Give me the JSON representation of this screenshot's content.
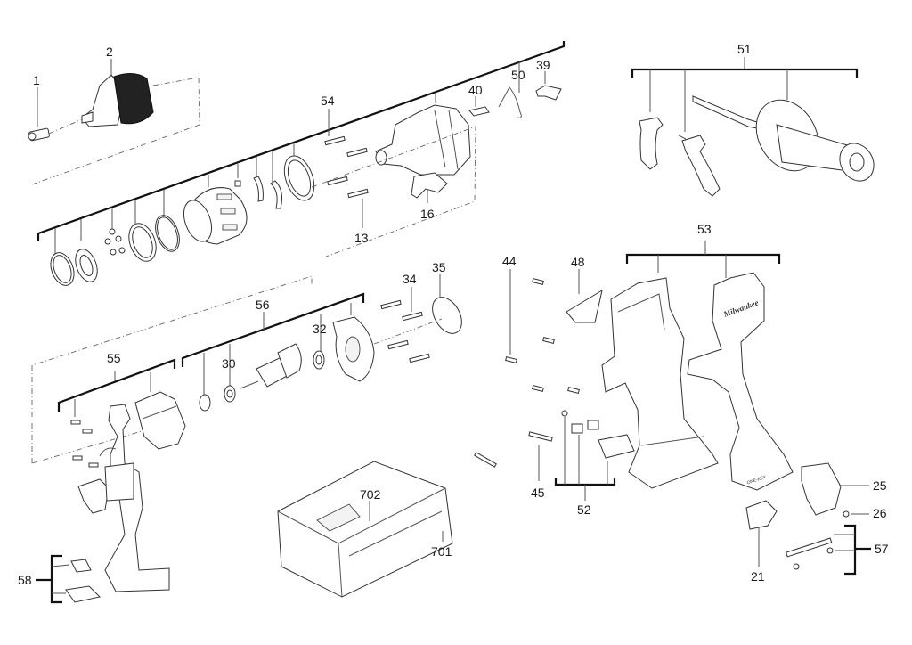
{
  "diagram": {
    "title": "",
    "colors": {
      "line": "#111111",
      "part_fill": "#ffffff",
      "chuck_grip": "#222222"
    },
    "labels": {
      "p1": "1",
      "p2": "2",
      "p54": "54",
      "p40": "40",
      "p50": "50",
      "p39": "39",
      "p16": "16",
      "p13": "13",
      "p51": "51",
      "p53": "53",
      "p44": "44",
      "p48": "48",
      "p34": "34",
      "p35": "35",
      "p56": "56",
      "p32": "32",
      "p30": "30",
      "p55": "55",
      "p45": "45",
      "p52": "52",
      "p25": "25",
      "p26": "26",
      "p57": "57",
      "p21": "21",
      "p702": "702",
      "p701": "701",
      "p58": "58"
    },
    "housing_logo": "Milwaukee",
    "housing_badge": "ONE-KEY"
  }
}
